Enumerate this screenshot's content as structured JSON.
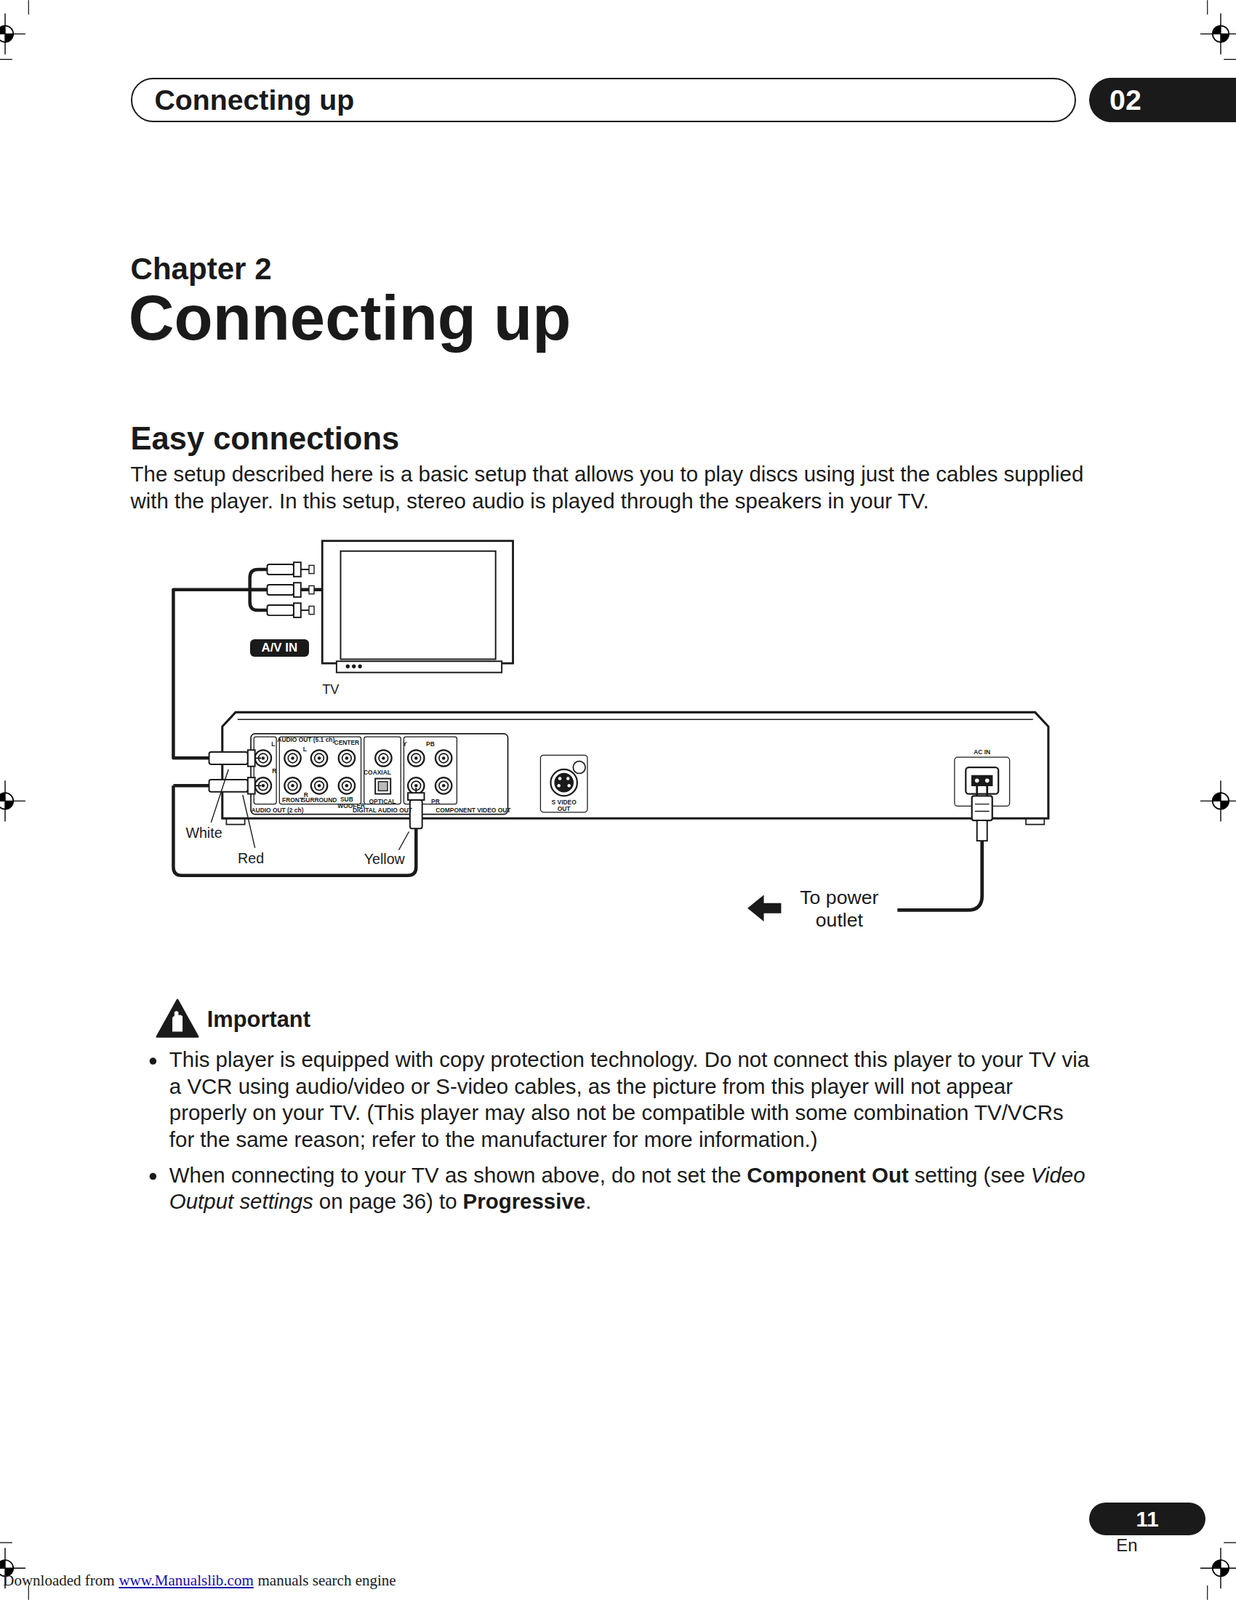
{
  "diagram": {
    "nodes": [
      {
        "text": [
          "Connecting up"
        ]
      },
      {
        "text": [
          "02"
        ]
      },
      {
        "text": [
          "TV"
        ]
      },
      {
        "text": [
          "A/V IN"
        ]
      },
      {
        "text": [
          "L",
          "AUDIO OUT (5.1 ch)",
          "L",
          "CENTER",
          "Y",
          "PB",
          "R",
          "R",
          "COAXIAL",
          "FRONT",
          "SURROUND",
          "SUB WOOFER",
          "AUDIO OUT (2 ch)",
          "OPTICAL",
          "DIGITAL AUDIO OUT",
          "PR",
          "COMPONENT VIDEO OUT",
          "S VIDEO OUT",
          "AC IN"
        ]
      },
      {
        "text": [
          "11"
        ]
      }
    ],
    "edges": [
      {
        "from": 4,
        "to": 2,
        "arrow": "none"
      }
    ],
    "labels": [
      "Chapter 2",
      "Connecting up",
      "Easy connections",
      "The setup described here is a basic setup that allows you to play discs using just the cables supplied with the player. In this setup, stereo audio is played through the speakers in your TV.",
      "White",
      "Red",
      "Yellow",
      "To power outlet",
      "Important",
      "This player is equipped with copy protection technology. Do not connect this player to your TV via a VCR using audio/video or S-video cables, as the picture from this player will not appear properly on your TV. (This player may also not be compatible with some combination TV/VCRs for the same reason; refer to the manufacturer for more information.)",
      "When connecting to your TV as shown above, do not set the",
      "Component Out",
      "setting (see",
      "Video Output settings",
      "on page 36) to",
      "Progressive",
      ".",
      "En",
      "Downloaded from",
      "www.Manualslib.com",
      "manuals search engine"
    ]
  }
}
